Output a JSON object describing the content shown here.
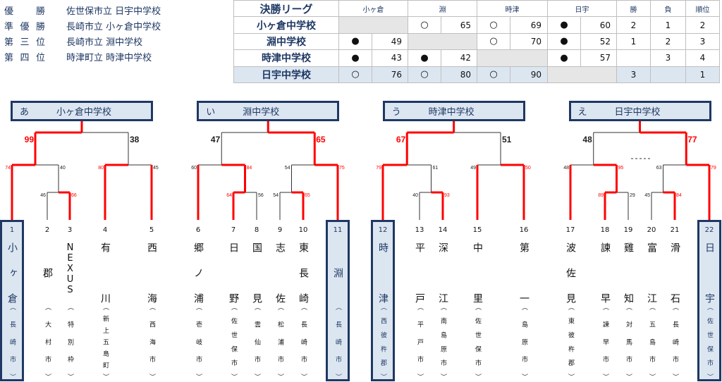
{
  "results": [
    {
      "label": "優勝",
      "school": "佐世保市立 日宇中学校"
    },
    {
      "label": "準優勝",
      "school": "長崎市立 小ヶ倉中学校"
    },
    {
      "label": "第三位",
      "school": "長崎市立 淵中学校"
    },
    {
      "label": "第四位",
      "school": "時津町立 時津中学校"
    }
  ],
  "league": {
    "title": "決勝リーグ",
    "columns": [
      "小ヶ倉",
      "淵",
      "時津",
      "日宇"
    ],
    "win_header": "勝",
    "loss_header": "負",
    "rank_header": "順位",
    "win_mark": "○",
    "loss_mark": "●",
    "rows": [
      {
        "school": "小ヶ倉中学校",
        "cells": [
          null,
          [
            "○",
            "65"
          ],
          [
            "○",
            "69"
          ],
          [
            "●",
            "60"
          ]
        ],
        "wins": "2",
        "losses": "1",
        "rank": "2",
        "highlight": false
      },
      {
        "school": "淵中学校",
        "cells": [
          [
            "●",
            "49"
          ],
          null,
          [
            "○",
            "70"
          ],
          [
            "●",
            "52"
          ]
        ],
        "wins": "1",
        "losses": "2",
        "rank": "3",
        "highlight": false
      },
      {
        "school": "時津中学校",
        "cells": [
          [
            "●",
            "43"
          ],
          [
            "●",
            "42"
          ],
          null,
          [
            "●",
            "57"
          ]
        ],
        "wins": "",
        "losses": "3",
        "rank": "4",
        "highlight": false
      },
      {
        "school": "日宇中学校",
        "cells": [
          [
            "○",
            "76"
          ],
          [
            "○",
            "80"
          ],
          [
            "○",
            "90"
          ],
          null
        ],
        "wins": "3",
        "losses": "",
        "rank": "1",
        "highlight": true
      }
    ]
  },
  "blocks": [
    {
      "label": "あ",
      "school": "小ヶ倉中学校",
      "tree": {
        "s": [
          99,
          38
        ],
        "w": 0,
        "c": [
          {
            "s": [
              74,
              40
            ],
            "w": 0,
            "c": [
              1,
              {
                "s": [
                  46,
                  66
                ],
                "w": 1,
                "c": [
                  2,
                  3
                ]
              }
            ]
          },
          {
            "s": [
              80,
              45
            ],
            "w": 0,
            "c": [
              4,
              5
            ]
          }
        ]
      }
    },
    {
      "label": "い",
      "school": "淵中学校",
      "tree": {
        "s": [
          47,
          65
        ],
        "w": 1,
        "c": [
          {
            "s": [
              60,
              84
            ],
            "w": 1,
            "c": [
              6,
              {
                "s": [
                  64,
                  56
                ],
                "w": 0,
                "c": [
                  7,
                  8
                ]
              }
            ]
          },
          {
            "s": [
              54,
              75
            ],
            "w": 1,
            "c": [
              {
                "s": [
                  54,
                  65
                ],
                "w": 1,
                "c": [
                  9,
                  10
                ]
              },
              11
            ]
          }
        ]
      }
    },
    {
      "label": "う",
      "school": "時津中学校",
      "tree": {
        "s": [
          67,
          51
        ],
        "w": 0,
        "c": [
          {
            "s": [
              79,
              61
            ],
            "w": 0,
            "c": [
              12,
              {
                "s": [
                  40,
                  93
                ],
                "w": 1,
                "c": [
                  13,
                  14
                ]
              }
            ]
          },
          {
            "s": [
              49,
              50
            ],
            "w": 1,
            "c": [
              15,
              16
            ]
          }
        ]
      }
    },
    {
      "label": "え",
      "school": "日宇中学校",
      "tree": {
        "s": [
          48,
          77
        ],
        "w": 1,
        "c": [
          {
            "s": [
              48,
              95
            ],
            "w": 1,
            "c": [
              17,
              {
                "s": [
                  89,
                  29
                ],
                "w": 0,
                "c": [
                  18,
                  19
                ]
              }
            ]
          },
          {
            "s": [
              63,
              79
            ],
            "w": 1,
            "c": [
              {
                "s": [
                  45,
                  84
                ],
                "w": 1,
                "c": [
                  20,
                  21
                ]
              },
              22
            ]
          }
        ]
      }
    }
  ],
  "teams": [
    {
      "no": "1",
      "name": "小ヶ倉",
      "pref": "（長崎市）",
      "highlight": true,
      "advanced": true
    },
    {
      "no": "2",
      "name": "郡",
      "pref": "（大村市）",
      "highlight": false,
      "advanced": false
    },
    {
      "no": "3",
      "name": "NEXUS",
      "pref": "（特別枠）",
      "highlight": false,
      "advanced": true
    },
    {
      "no": "4",
      "name": "有川",
      "pref": "（新上五島町）",
      "highlight": false,
      "advanced": true
    },
    {
      "no": "5",
      "name": "西海",
      "pref": "（西海市）",
      "highlight": false,
      "advanced": true
    },
    {
      "no": "6",
      "name": "郷ノ浦",
      "pref": "（壱岐市）",
      "highlight": false,
      "advanced": true
    },
    {
      "no": "7",
      "name": "日野",
      "pref": "（佐世保市）",
      "highlight": false,
      "advanced": true
    },
    {
      "no": "8",
      "name": "国見",
      "pref": "（雲仙市）",
      "highlight": false,
      "advanced": false
    },
    {
      "no": "9",
      "name": "志佐",
      "pref": "（松浦市）",
      "highlight": false,
      "advanced": false
    },
    {
      "no": "10",
      "name": "東長崎",
      "pref": "（長崎市）",
      "highlight": false,
      "advanced": true
    },
    {
      "no": "11",
      "name": "淵",
      "pref": "（長崎市）",
      "highlight": true,
      "advanced": true
    },
    {
      "no": "12",
      "name": "時津",
      "pref": "（西彼杵郡）",
      "highlight": true,
      "advanced": true
    },
    {
      "no": "13",
      "name": "平戸",
      "pref": "（平戸市）",
      "highlight": false,
      "advanced": false
    },
    {
      "no": "14",
      "name": "深江",
      "pref": "（南島原市）",
      "highlight": false,
      "advanced": true
    },
    {
      "no": "15",
      "name": "中里",
      "pref": "（佐世保市）",
      "highlight": false,
      "advanced": true
    },
    {
      "no": "16",
      "name": "第一",
      "pref": "（島原市）",
      "highlight": false,
      "advanced": true
    },
    {
      "no": "17",
      "name": "波佐見",
      "pref": "（東彼杵郡）",
      "highlight": false,
      "advanced": true
    },
    {
      "no": "18",
      "name": "諫早",
      "pref": "（諫早市）",
      "highlight": false,
      "advanced": true
    },
    {
      "no": "19",
      "name": "雞知",
      "pref": "（対馬市）",
      "highlight": false,
      "advanced": false
    },
    {
      "no": "20",
      "name": "富江",
      "pref": "（五島市）",
      "highlight": false,
      "advanced": false
    },
    {
      "no": "21",
      "name": "滑石",
      "pref": "（長崎市）",
      "highlight": false,
      "advanced": true
    },
    {
      "no": "22",
      "name": "日宇",
      "pref": "（佐世保市）",
      "highlight": true,
      "advanced": true
    }
  ],
  "colors": {
    "win": "#ff0000",
    "line": "#333333",
    "navy": "#1f3864",
    "highlight_bg": "#dce6f1",
    "gray_cell": "#e7e6e6"
  }
}
